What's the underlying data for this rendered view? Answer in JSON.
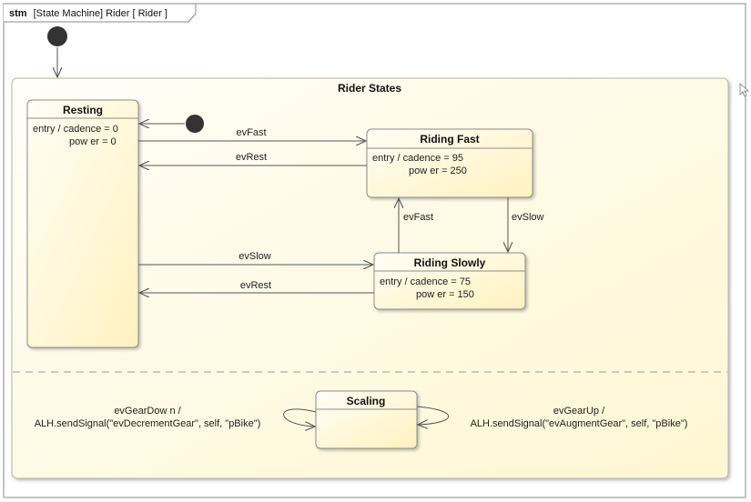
{
  "frame": {
    "keyword": "stm",
    "title": "[State Machine] Rider [ Rider ]"
  },
  "composite": {
    "name": "Rider States"
  },
  "colors": {
    "state_fill_top": "#fffdf2",
    "state_fill_bottom": "#fff3c4",
    "stroke": "#7f7f7f",
    "arrow": "#555555"
  },
  "states": {
    "resting": {
      "name": "Resting",
      "line1": "entry / cadence = 0",
      "line2": "pow er = 0"
    },
    "riding_fast": {
      "name": "Riding Fast",
      "line1": "entry / cadence = 95",
      "line2": "pow er = 250"
    },
    "riding_slowly": {
      "name": "Riding Slowly",
      "line1": "entry / cadence = 75",
      "line2": "pow er = 150"
    },
    "scaling": {
      "name": "Scaling"
    }
  },
  "transitions": {
    "rest_to_fast": "evFast",
    "fast_to_rest": "evRest",
    "rest_to_slow": "evSlow",
    "slow_to_rest": "evRest",
    "slow_to_fast": "evFast",
    "fast_to_slow": "evSlow",
    "gear_down_line1": "evGearDow n /",
    "gear_down_line2": "ALH.sendSignal(\"evDecrementGear\", self, \"pBike\")",
    "gear_up_line1": "evGearUp /",
    "gear_up_line2": "ALH.sendSignal(\"evAugmentGear\", self, \"pBike\")"
  }
}
